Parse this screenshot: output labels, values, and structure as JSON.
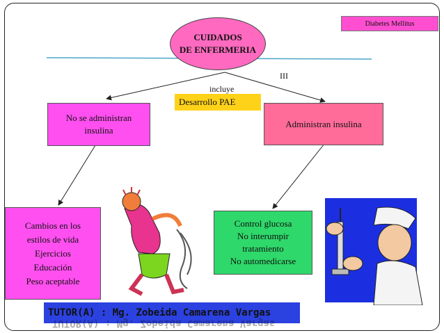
{
  "tag": "Diabetes Mellitus",
  "root": "CUIDADOS\nDE ENFERMERIA",
  "roman": "III",
  "edge_label": "incluye",
  "pae": "Desarrollo PAE",
  "left_node": "No se administran\ninsulina",
  "right_node": "Administran insulina",
  "left_child": "Cambios en los\nestilos de vida\nEjercicios\nEducación\nPeso aceptable",
  "right_child": "Control glucosa\nNo interumpir\ntratamiento\nNo automedicarse",
  "footer": "TUTOR(A) : Mg. Zobeida Camarena Vargas",
  "colors": {
    "root": "#ff6ac0",
    "magenta": "#ff4ff0",
    "pink": "#ff6c9a",
    "green": "#2ed86a",
    "yellow": "#ffd21a",
    "footer": "#2b41e0"
  },
  "icons": [
    "clipart-stressed-person",
    "clipart-nurse-syringe"
  ]
}
